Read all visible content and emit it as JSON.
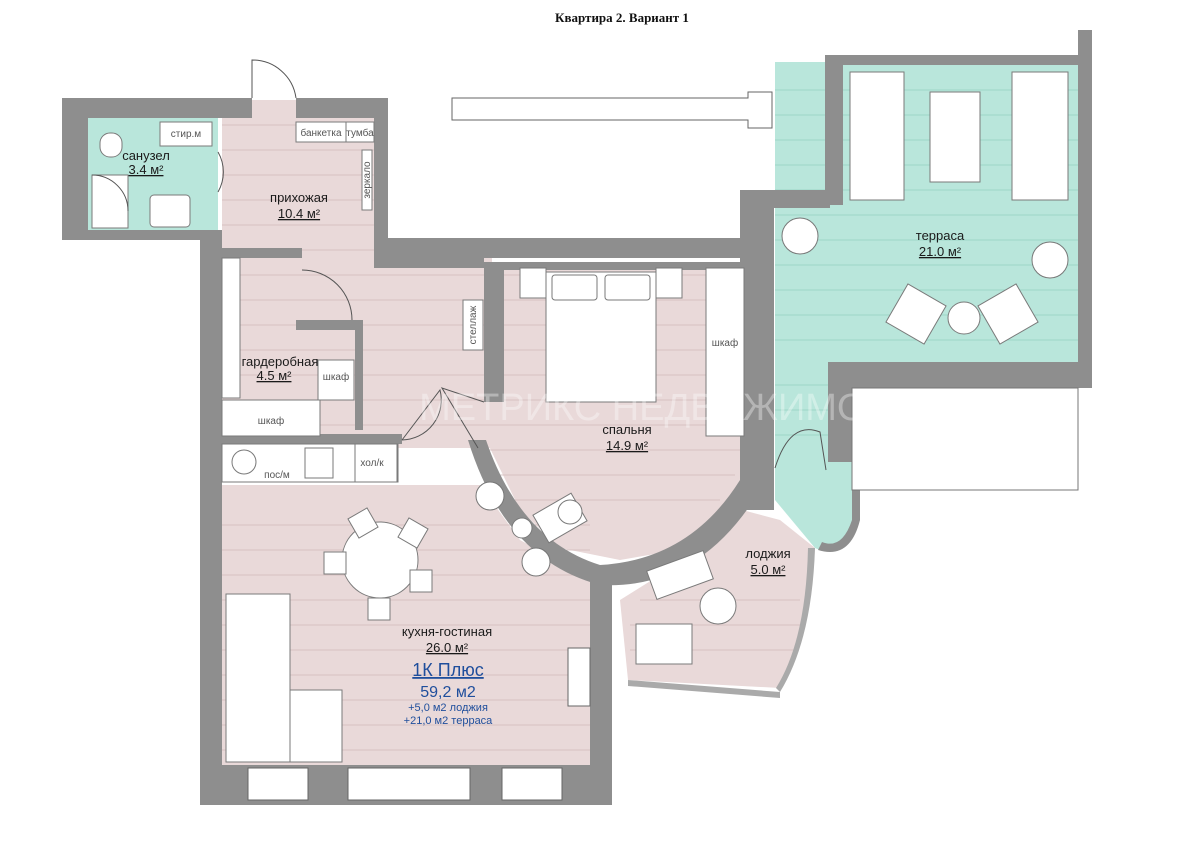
{
  "title": "Квартира 2. Вариант 1",
  "rooms": {
    "bathroom": {
      "name": "санузел",
      "area": "3.4 м²"
    },
    "hallway": {
      "name": "прихожая",
      "area": "10.4 м²"
    },
    "wardrobe": {
      "name": "гардеробная",
      "area": "4.5 м²"
    },
    "bedroom": {
      "name": "спальня",
      "area": "14.9 м²"
    },
    "terrace": {
      "name": "терраса",
      "area": "21.0 м²"
    },
    "loggia": {
      "name": "лоджия",
      "area": "5.0 м²"
    },
    "kitchen": {
      "name": "кухня-гостиная",
      "area": "26.0 м²"
    }
  },
  "furniture_labels": {
    "washer": "стир.м",
    "bench": "банкетка",
    "stand": "тумба",
    "mirror": "зеркало",
    "shelf": "стеллаж",
    "closet_bedroom": "шкаф",
    "closet_wardrobe_1": "шкаф",
    "closet_wardrobe_2": "шкаф",
    "dishwasher": "пос/м",
    "fridge": "хол/к"
  },
  "summary": {
    "type": "1К Плюс",
    "area": "59,2 м2",
    "loggia_extra": "+5,0 м2 лоджия",
    "terrace_extra": "+21,0 м2 терраса"
  },
  "watermark": "МЕТРИКС НЕДВИЖИМОСТЬ",
  "colors": {
    "floor_pink": "#e9d9d9",
    "floor_mint": "#b9e6db",
    "wall": "#8e8e8e",
    "summary_blue": "#1f4e9c"
  }
}
